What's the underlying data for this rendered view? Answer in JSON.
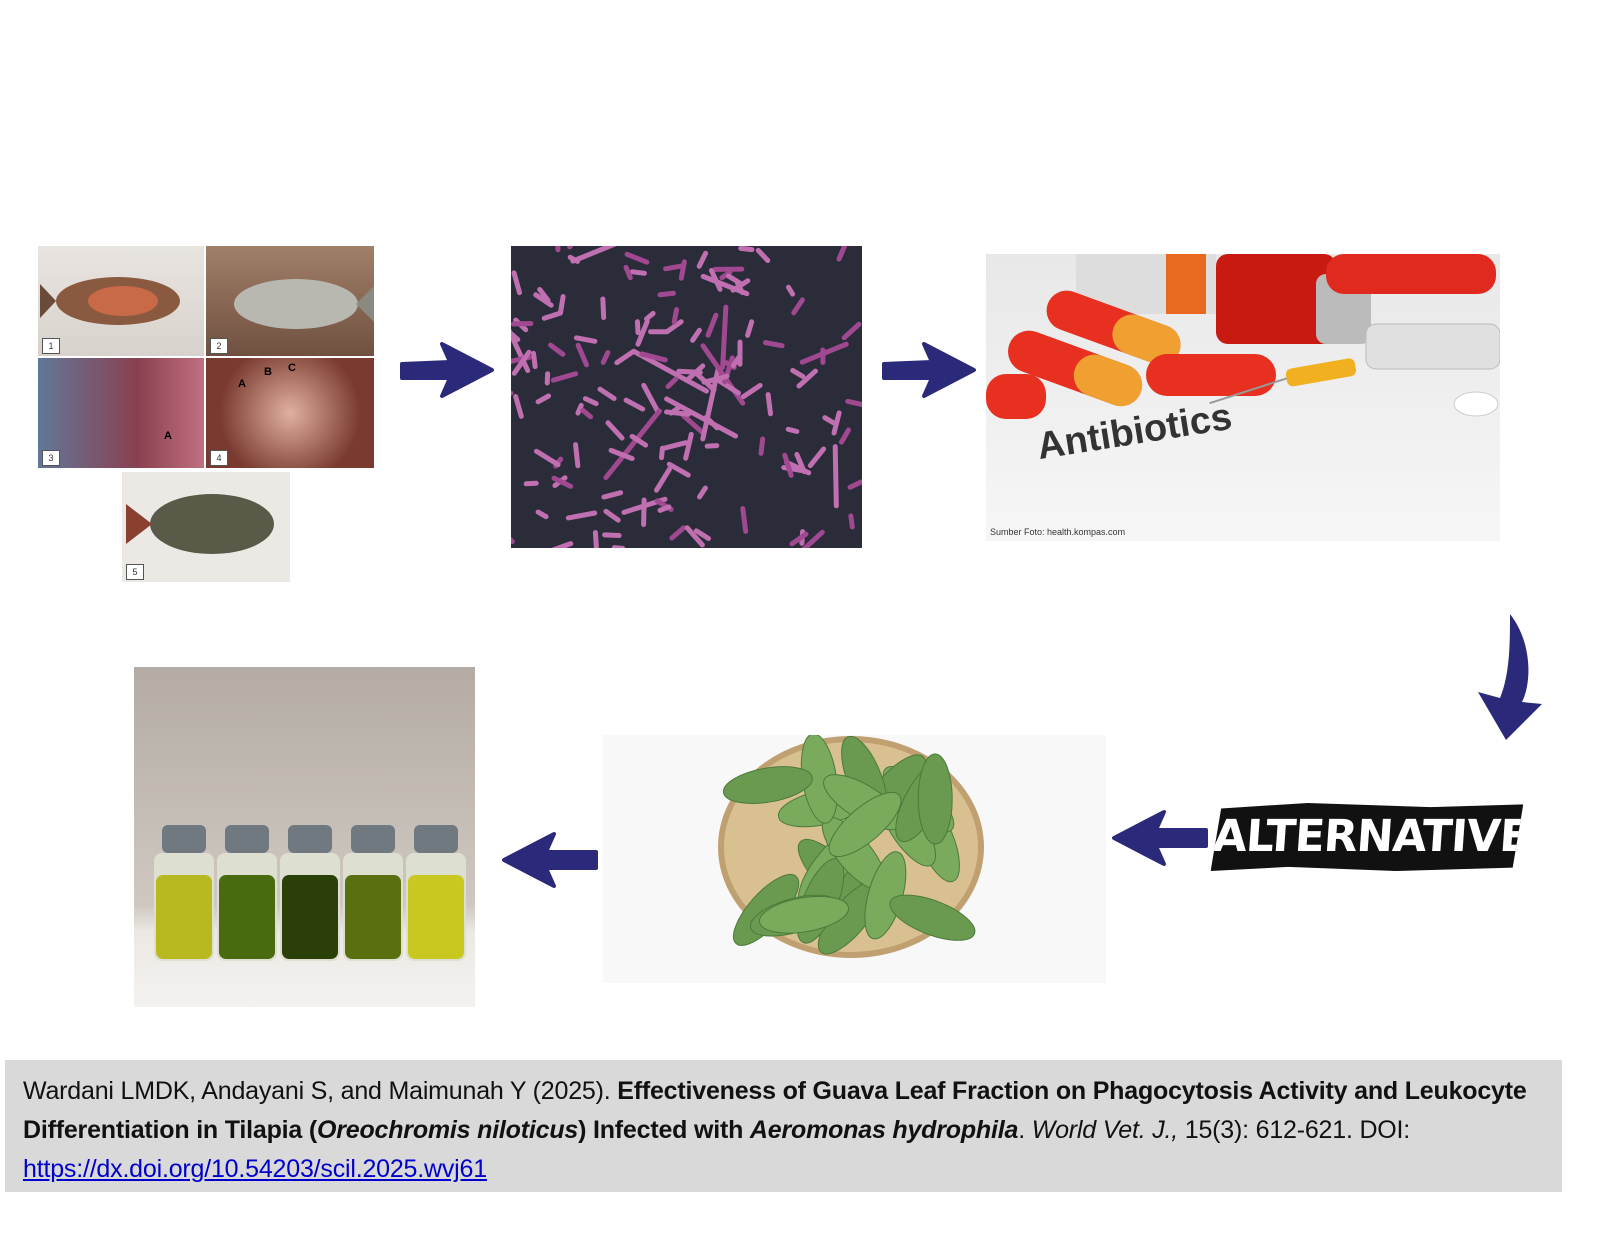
{
  "colors": {
    "arrow": "#2b2a7a",
    "citation_bg": "#d9d9d9",
    "link": "#0000cc"
  },
  "panels": {
    "fish": {
      "labels": [
        "1",
        "2",
        "3",
        "4",
        "5"
      ],
      "annotations": [
        "A",
        "A",
        "B",
        "C"
      ]
    },
    "bacteria": {
      "icon": "bacteria-image"
    },
    "antibiotics": {
      "heading": "Antibiotics",
      "credit": "Sumber Foto: health.kompas.com"
    },
    "alternative": {
      "label": "ALTERNATIVE"
    },
    "guava_leaves": {
      "icon": "guava-leaves-image"
    },
    "vials": {
      "count": 5
    }
  },
  "citation": {
    "authors": "Wardani LMDK, Andayani S, and Maimunah Y (2025). ",
    "title_1": "Effectiveness of Guava Leaf Fraction on Phagocytosis Activity and Leukocyte Differentiation in Tilapia (",
    "species_1": "Oreochromis niloticus",
    "title_2": ") Infected with ",
    "species_2": "Aeromonas hydrophila",
    "title_end": ".",
    "journal": "  World Vet. J.,",
    "volume": " 15(3): 612-621. DOI: ",
    "doi": "https://dx.doi.org/10.54203/scil.2025.wvj61"
  }
}
